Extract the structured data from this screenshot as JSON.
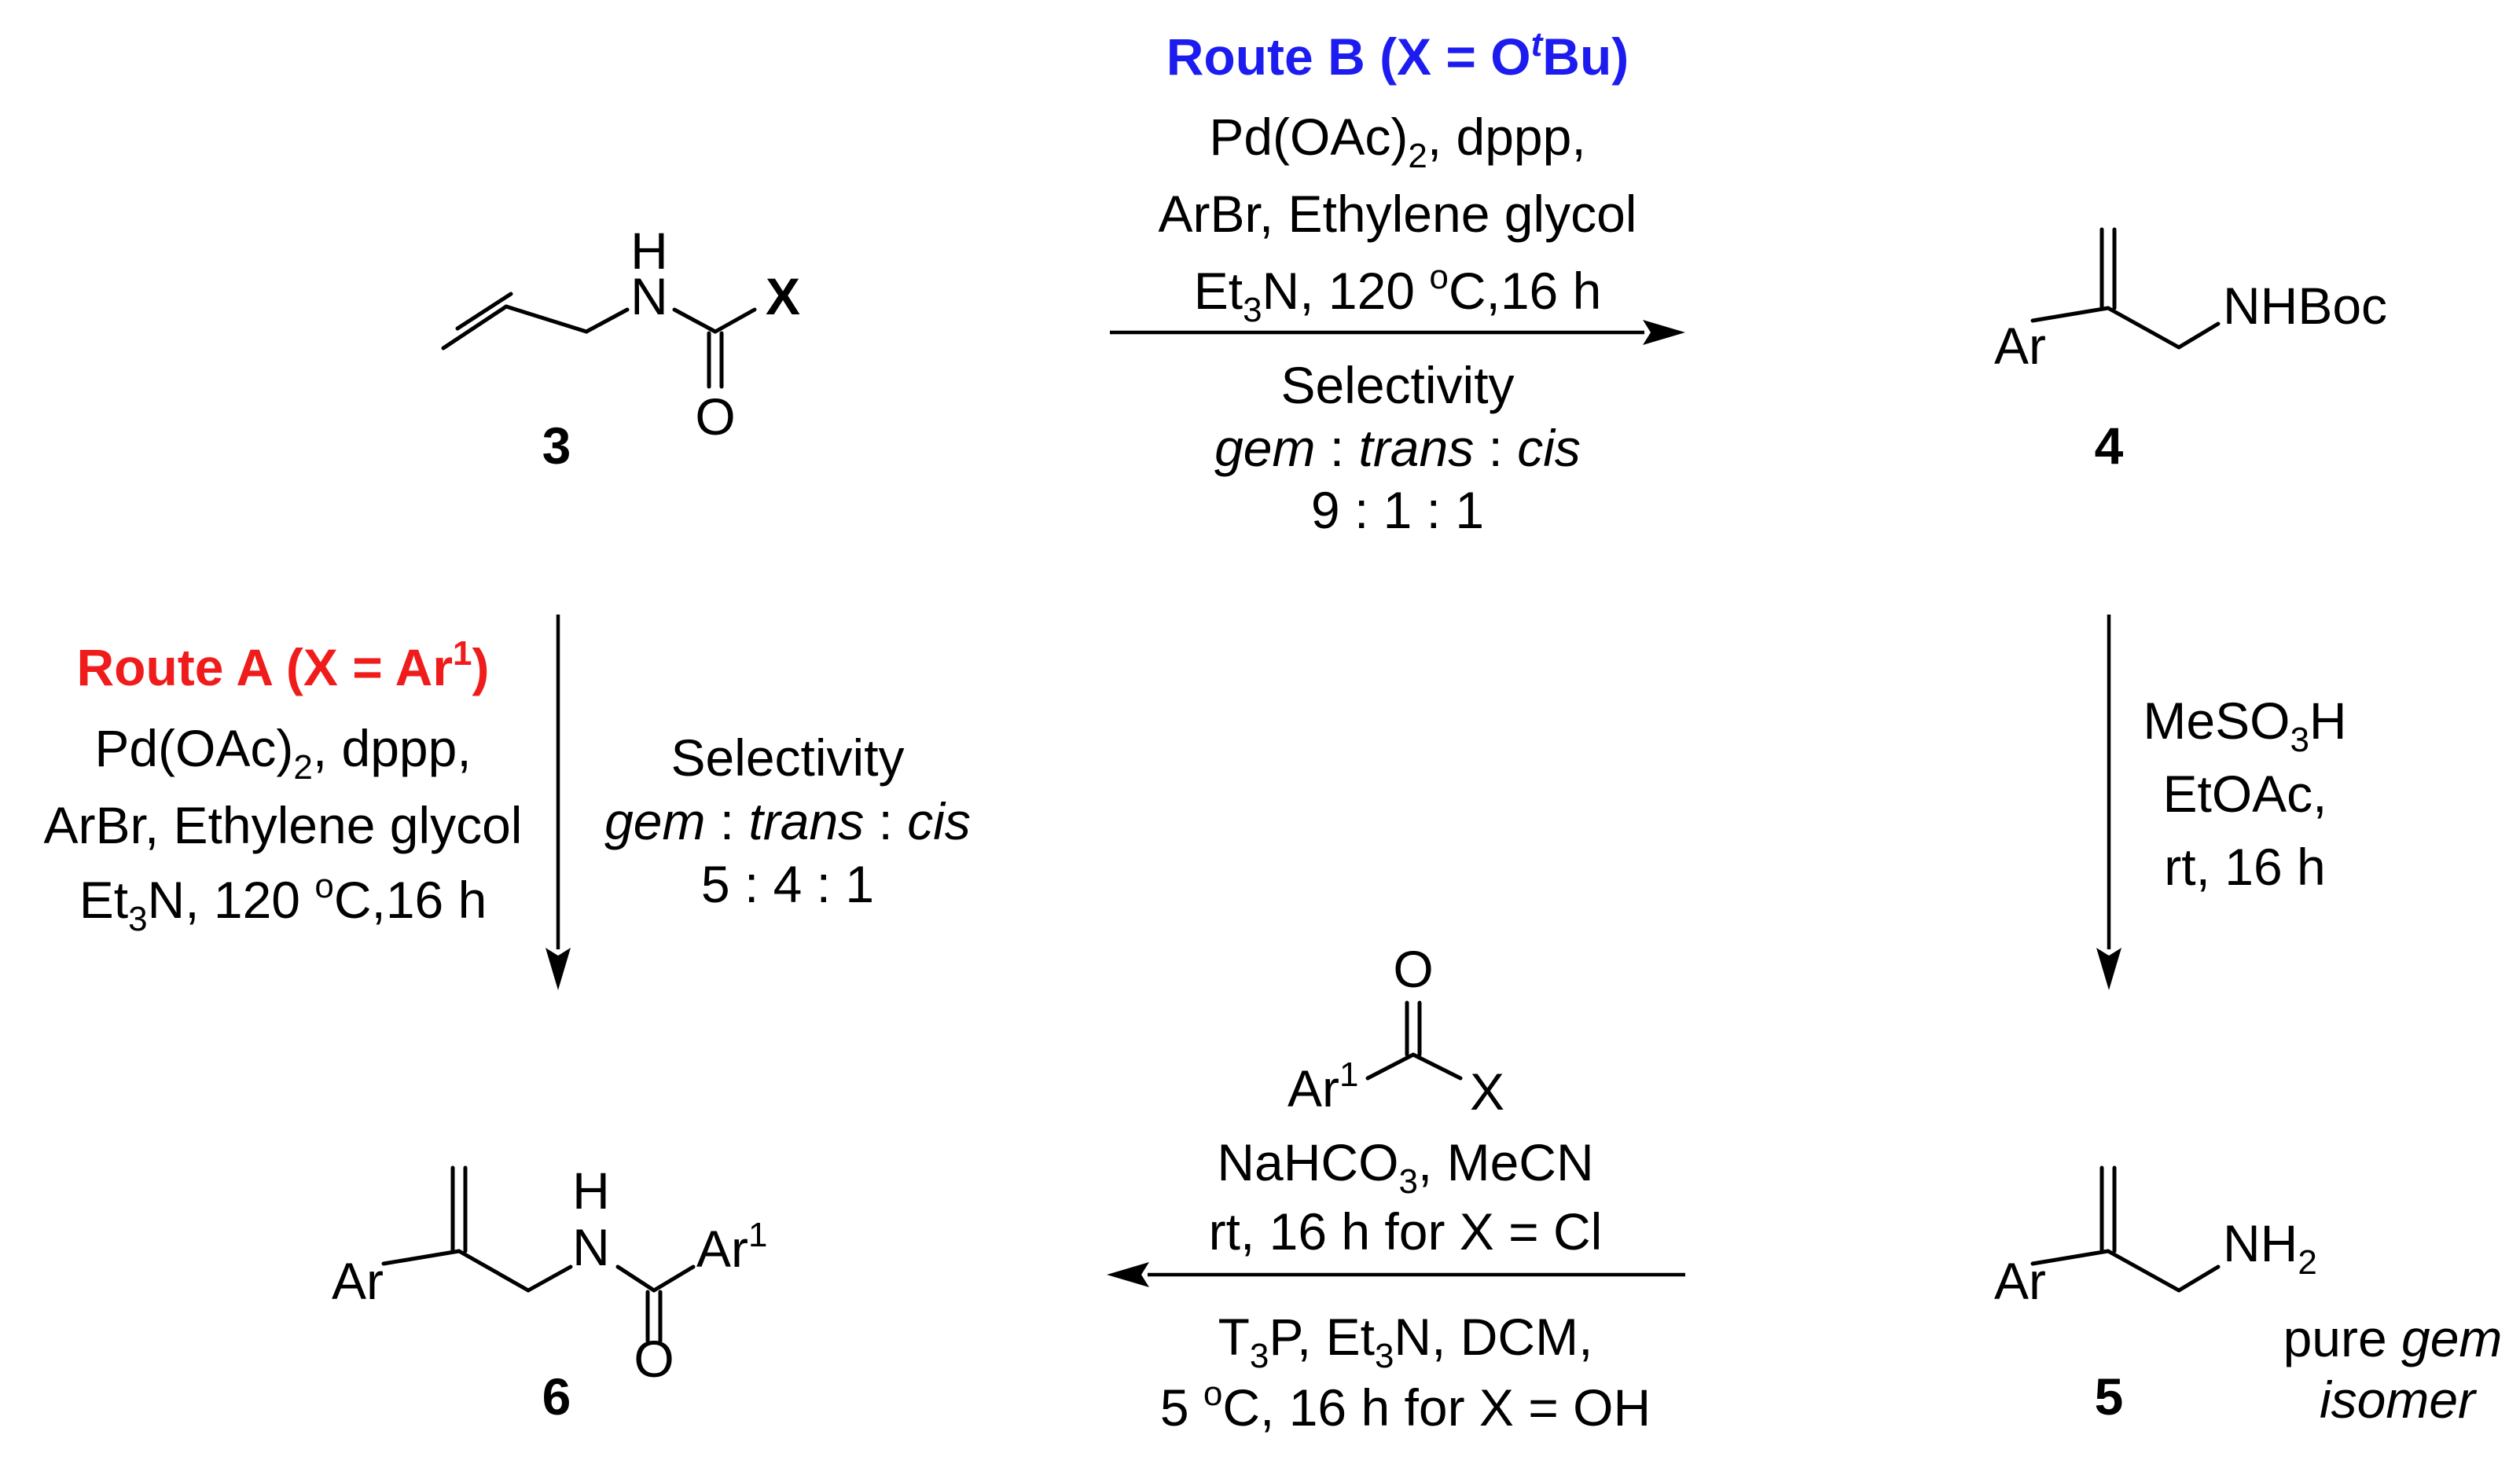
{
  "compounds": {
    "c3": {
      "label": "3",
      "nh_h": "H",
      "nh_n": "N",
      "x": "X",
      "o": "O"
    },
    "c4": {
      "label": "4",
      "ar": "Ar",
      "nhboc": "NHBoc"
    },
    "c5": {
      "label": "5",
      "ar": "Ar",
      "nh2_main": "NH",
      "nh2_sub": "2",
      "note_plain": "pure ",
      "note_italic": "gem",
      "note_line2": "isomer"
    },
    "c6": {
      "label": "6",
      "ar": "Ar",
      "nh_h": "H",
      "nh_n": "N",
      "o": "O",
      "ar1_main": "Ar",
      "ar1_sup": "1"
    }
  },
  "route_b": {
    "title_prefix": "Route B (X = O",
    "title_sup": "t",
    "title_suffix": "Bu)",
    "color": "#1c1cf0",
    "cond1_pre": "Pd(OAc)",
    "cond1_sub": "2",
    "cond1_post": ", dppp,",
    "cond2": "ArBr, Ethylene glycol",
    "cond3_pre": "Et",
    "cond3_sub": "3",
    "cond3_mid": "N, 120 ",
    "cond3_sup": "o",
    "cond3_post": "C,16 h",
    "selectivity": "Selectivity",
    "sel_gem": "gem",
    "sel_trans": "trans",
    "sel_cis": "cis",
    "sel_sep": " : ",
    "ratio": "9 : 1 : 1"
  },
  "route_a": {
    "title_main": "Route A (X  = Ar",
    "title_sup": "1",
    "title_close": ")",
    "color": "#f01c1c",
    "cond1_pre": "Pd(OAc)",
    "cond1_sub": "2",
    "cond1_post": ", dppp,",
    "cond2": "ArBr, Ethylene glycol",
    "cond3_pre": "Et",
    "cond3_sub": "3",
    "cond3_mid": "N, 120 ",
    "cond3_sup": "o",
    "cond3_post": "C,16 h",
    "selectivity": "Selectivity",
    "sel_gem": "gem",
    "sel_trans": "trans",
    "sel_cis": "cis",
    "sel_sep": " : ",
    "ratio": "5 : 4 : 1"
  },
  "deprotection": {
    "line1_pre": "MeSO",
    "line1_sub": "3",
    "line1_post": "H",
    "line2": "EtOAc,",
    "line3": "rt, 16 h"
  },
  "coupling": {
    "reagent_o": "O",
    "reagent_ar": "Ar",
    "reagent_ar_sup": "1",
    "reagent_x": "X",
    "line1_pre": "NaHCO",
    "line1_sub": "3",
    "line1_post": ", MeCN",
    "line2": "rt, 16 h for X = Cl",
    "line3_t": "T",
    "line3_t_sub": "3",
    "line3_mid": "P, Et",
    "line3_et_sub": "3",
    "line3_post": "N, DCM,",
    "line4_pre": "5 ",
    "line4_sup": "o",
    "line4_post": "C, 16 h for X = OH"
  }
}
